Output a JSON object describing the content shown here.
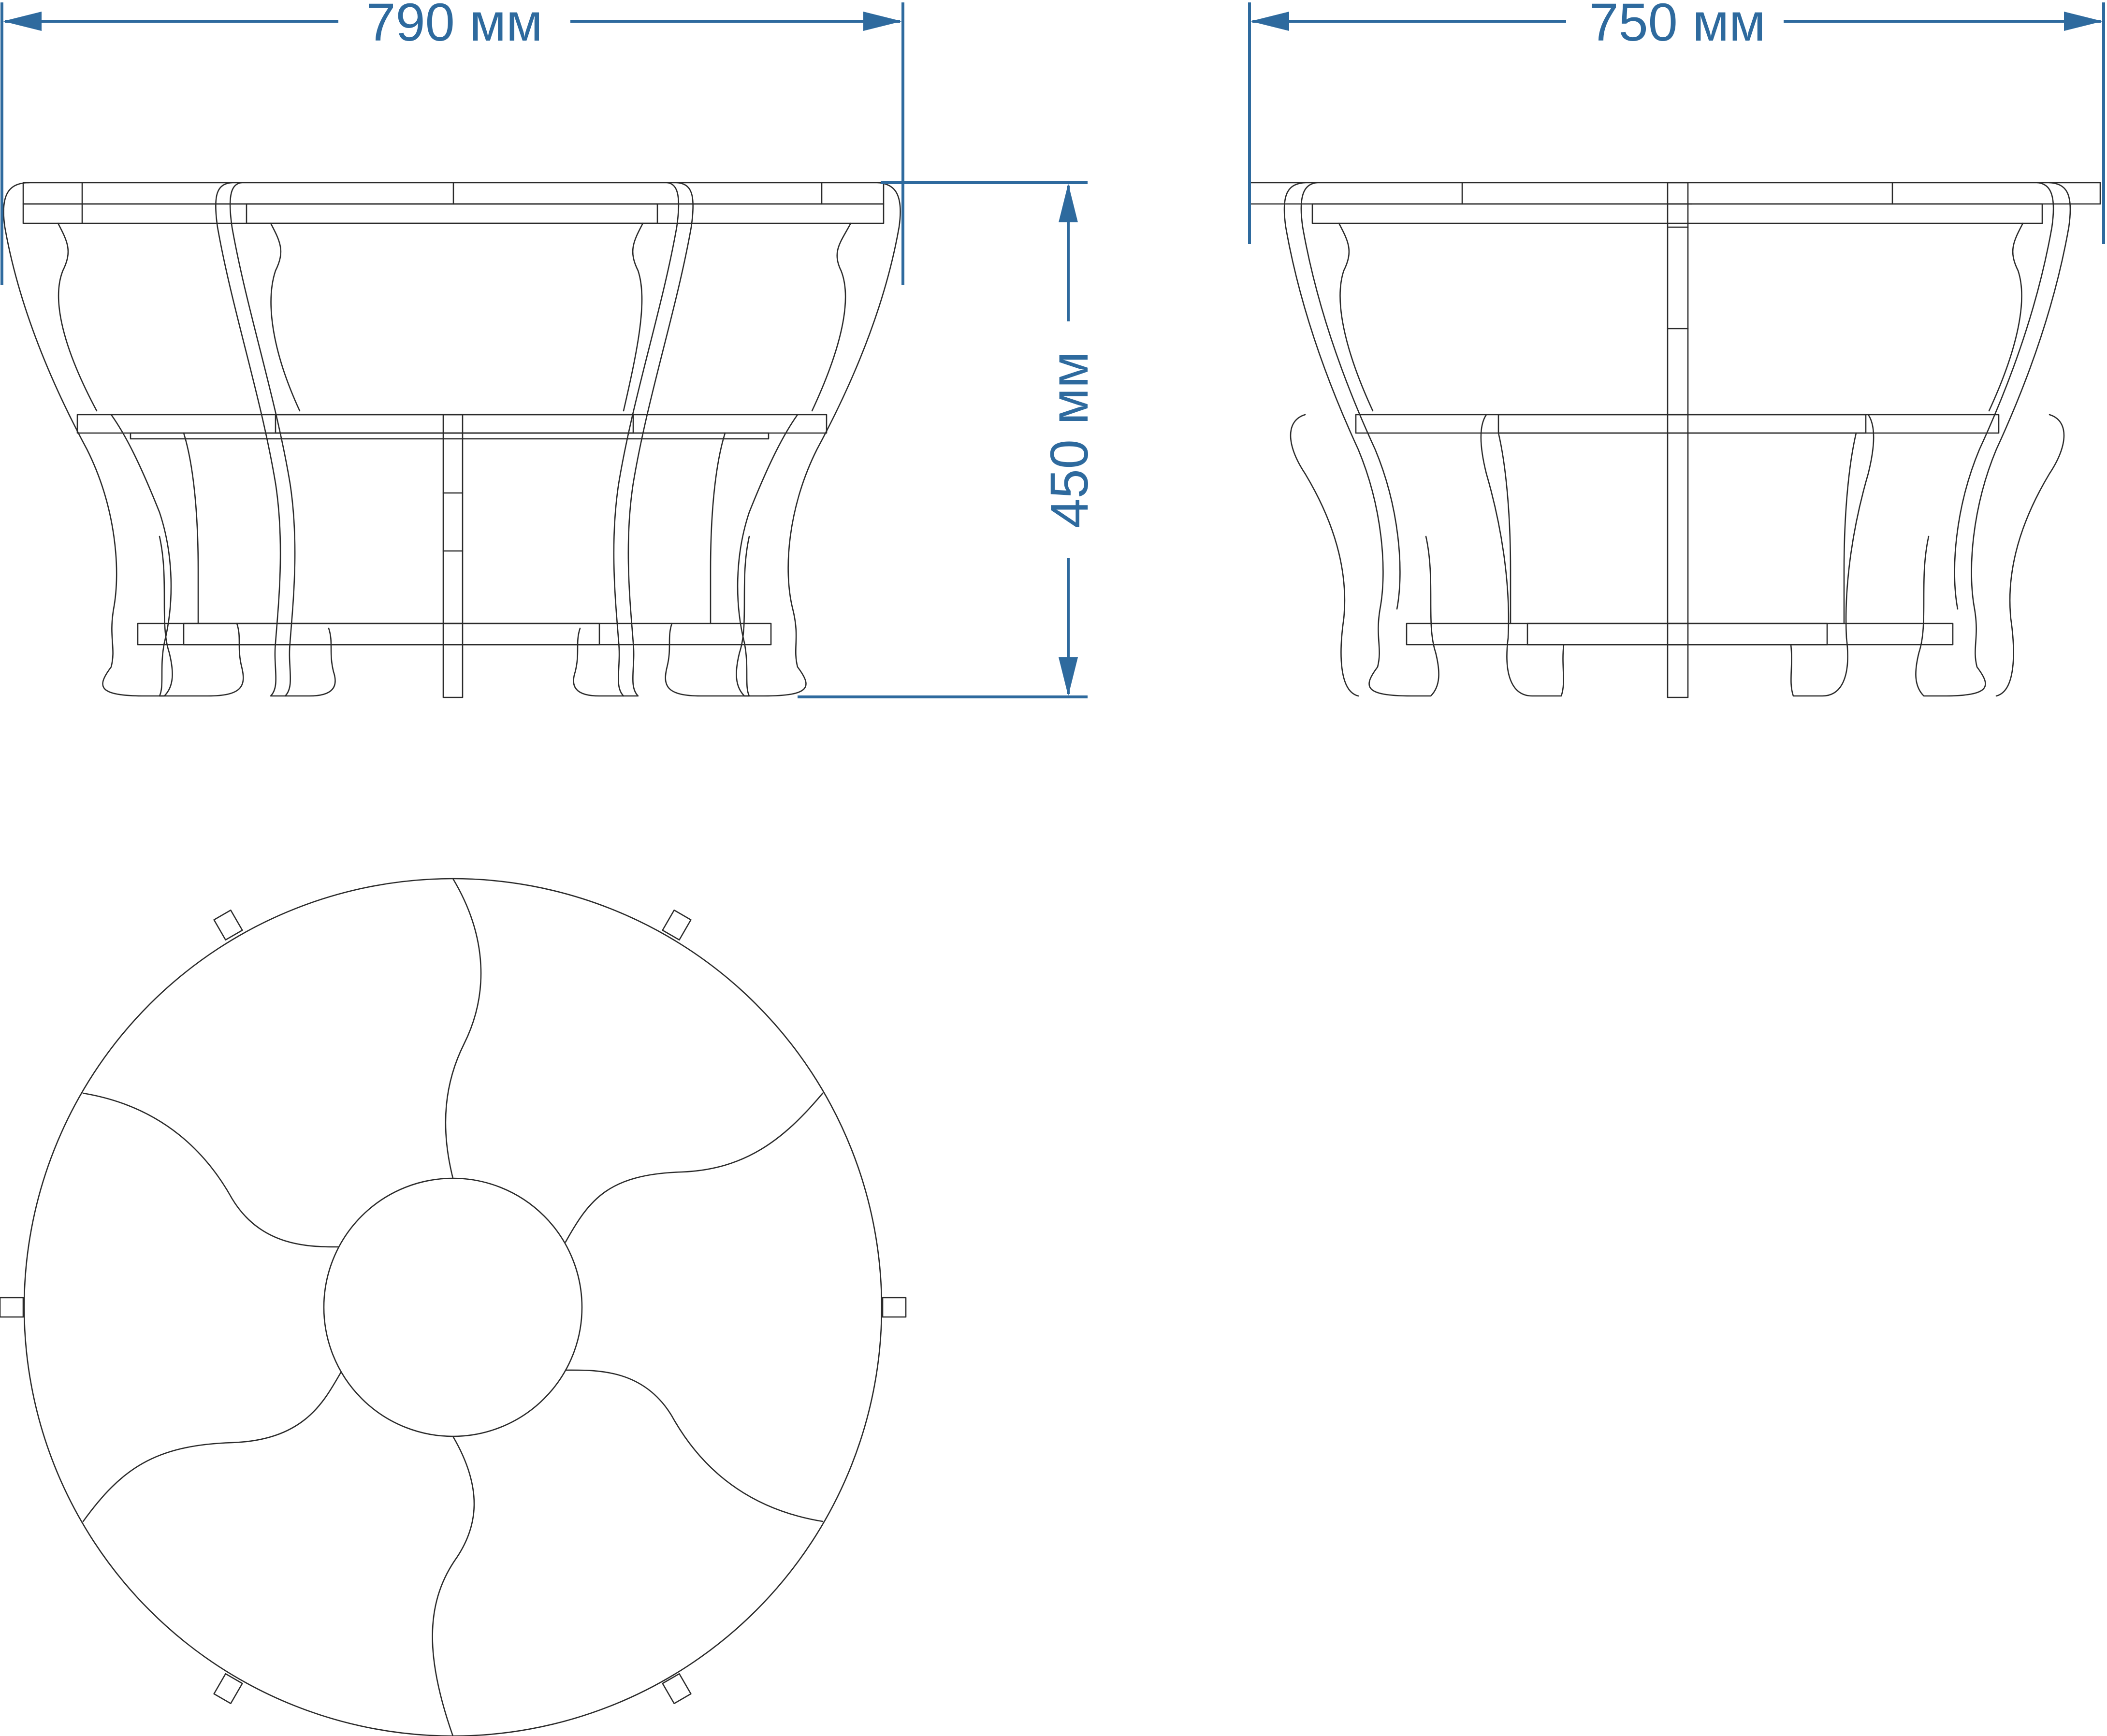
{
  "dimensions": {
    "front_width": "790 мм",
    "side_width": "750 мм",
    "height": "450 мм"
  },
  "colors": {
    "dimension": "#2e6a9e",
    "linework": "#2b2b2b"
  }
}
